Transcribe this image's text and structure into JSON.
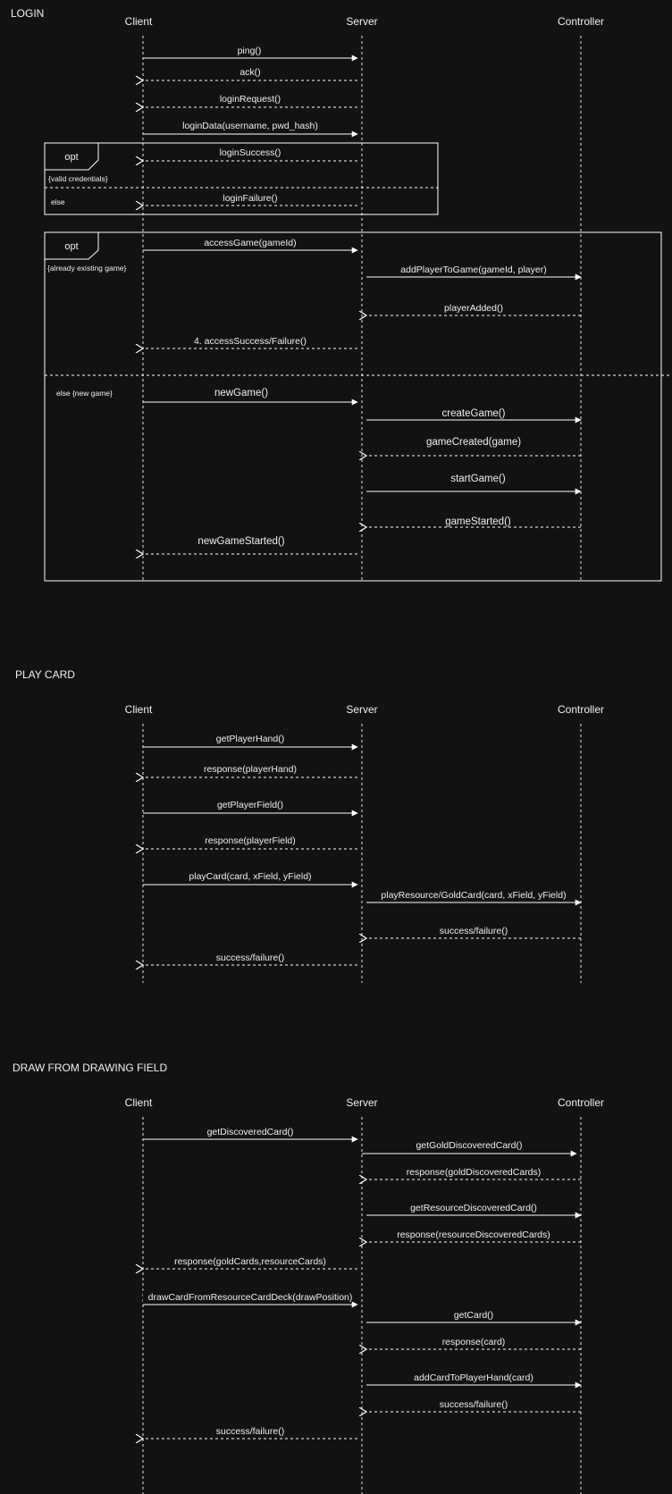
{
  "participants": [
    "Client",
    "Server",
    "Controller"
  ],
  "sections": [
    {
      "title": "LOGIN",
      "frames": [
        {
          "tag": "opt",
          "guard": "{valid credentials}",
          "else_label": "else"
        },
        {
          "tag": "opt",
          "guard": "{already existing game}",
          "else_label": "else {new game}"
        }
      ],
      "messages": [
        "ping()",
        "ack()",
        "loginRequest()",
        "loginData(username, pwd_hash)",
        "loginSuccess()",
        "loginFailure()",
        "accessGame(gameId)",
        "addPlayerToGame(gameId, player)",
        "playerAdded()",
        "4. accessSuccess/Failure()",
        "newGame()",
        "createGame()",
        "gameCreated(game)",
        "startGame()",
        "gameStarted()",
        "newGameStarted()"
      ]
    },
    {
      "title": "PLAY CARD",
      "messages": [
        "getPlayerHand()",
        "response(playerHand)",
        "getPlayerField()",
        "response(playerField)",
        "playCard(card, xField, yField)",
        "playResource/GoldCard(card, xField, yField)",
        "success/failure()",
        "success/failure()"
      ]
    },
    {
      "title": "DRAW FROM DRAWING FIELD",
      "messages": [
        "getDiscoveredCard()",
        "getGoldDiscoveredCard()",
        "response(goldDiscoveredCards)",
        "getResourceDiscoveredCard()",
        "response(resourceDiscoveredCards)",
        "response(goldCards,resourceCards)",
        "drawCardFromResourceCardDeck(drawPosition)",
        "getCard()",
        "response(card)",
        "addCardToPlayerHand(card)",
        "success/failure()",
        "success/failure()"
      ]
    }
  ]
}
